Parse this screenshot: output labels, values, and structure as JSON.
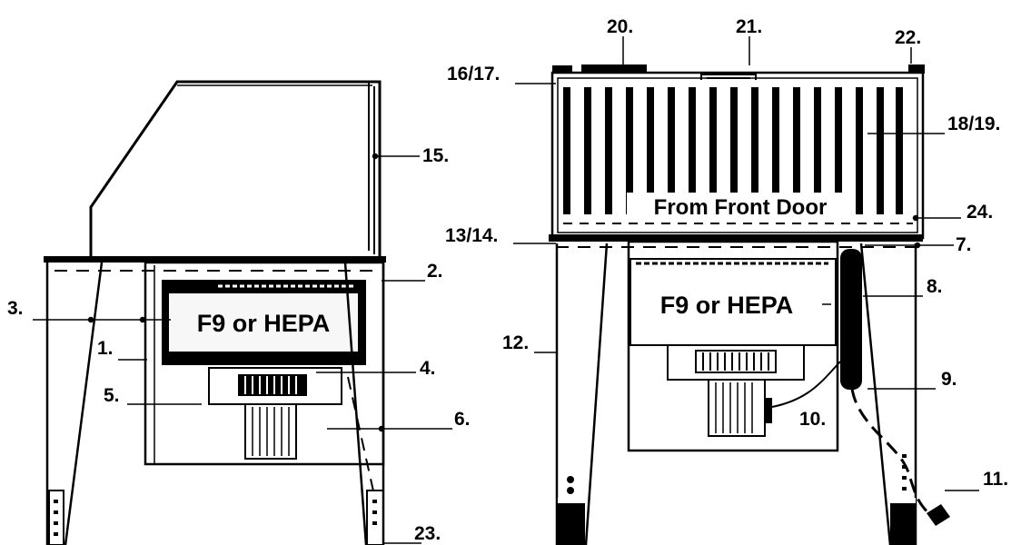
{
  "diagram": {
    "callouts": {
      "c1": "1.",
      "c2": "2.",
      "c3": "3.",
      "c4": "4.",
      "c5": "5.",
      "c6": "6.",
      "c7": "7.",
      "c8": "8.",
      "c9": "9.",
      "c10": "10.",
      "c11": "11.",
      "c12": "12.",
      "c13": "13/14.",
      "c15": "15.",
      "c16": "16/17.",
      "c18": "18/19.",
      "c20": "20.",
      "c21": "21.",
      "c22": "22.",
      "c23": "23.",
      "c24": "24."
    },
    "filter_label_left": "F9 or HEPA",
    "filter_label_right": "F9 or HEPA",
    "front_door_label": "From Front Door"
  },
  "colors": {
    "ink": "#000000",
    "paper": "#ffffff",
    "filter_face": "#f7f7f7"
  }
}
